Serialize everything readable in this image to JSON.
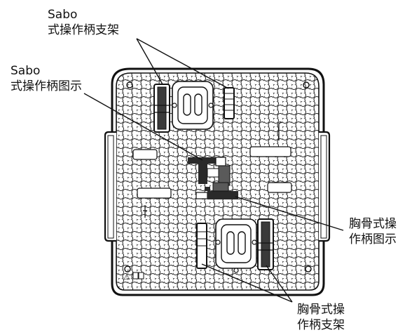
{
  "labels": {
    "sabo_holder": {
      "line1": "Sabo",
      "line2": "式操作柄支架"
    },
    "sabo_handle_icon": {
      "line1": "Sabo",
      "line2": "式操作柄图示"
    },
    "sternal_handle_icon": {
      "line1": "胸骨式操",
      "line2": "作柄图示"
    },
    "sternal_holder": {
      "line1": "胸骨式操",
      "line2": "作柄支架"
    }
  },
  "warning_mark": "⚠︎",
  "colors": {
    "line": "#111111",
    "tray_fill": "#ffffff",
    "dark": "#1a1a1a",
    "mid": "#9a9a9a"
  }
}
